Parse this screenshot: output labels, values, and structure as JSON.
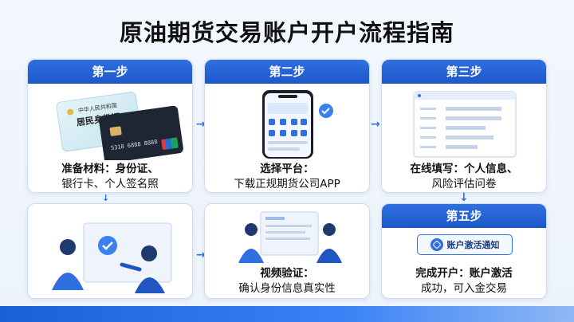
{
  "title": "原油期货交易账户开户流程指南",
  "steps": [
    {
      "head": "第一步",
      "bold": "准备材料：身份证、",
      "text": "银行卡、个人签名照"
    },
    {
      "head": "第二步",
      "bold": "选择平台：",
      "text": "下载正规期货公司APP"
    },
    {
      "head": "第三步",
      "bold": "在线填写：个人信息、",
      "text": "风险评估问卷"
    },
    {
      "bold": "视频验证：",
      "text": "确认身份信息真实性"
    },
    {
      "head": "第五步",
      "bold": "完成开户：账户激活",
      "text": "成功，可入金交易"
    }
  ],
  "idcard": {
    "line1": "中华人民共和国",
    "line2": "居民身份证"
  },
  "bankcard": {
    "number": "5318 6888 8888"
  },
  "notify": {
    "label": "账户激活通知"
  },
  "arrows": [
    "→",
    "→",
    "↓",
    "→",
    "↓"
  ],
  "colors": {
    "accent": "#2f6fe0",
    "headerBg": "#1d58c9"
  }
}
